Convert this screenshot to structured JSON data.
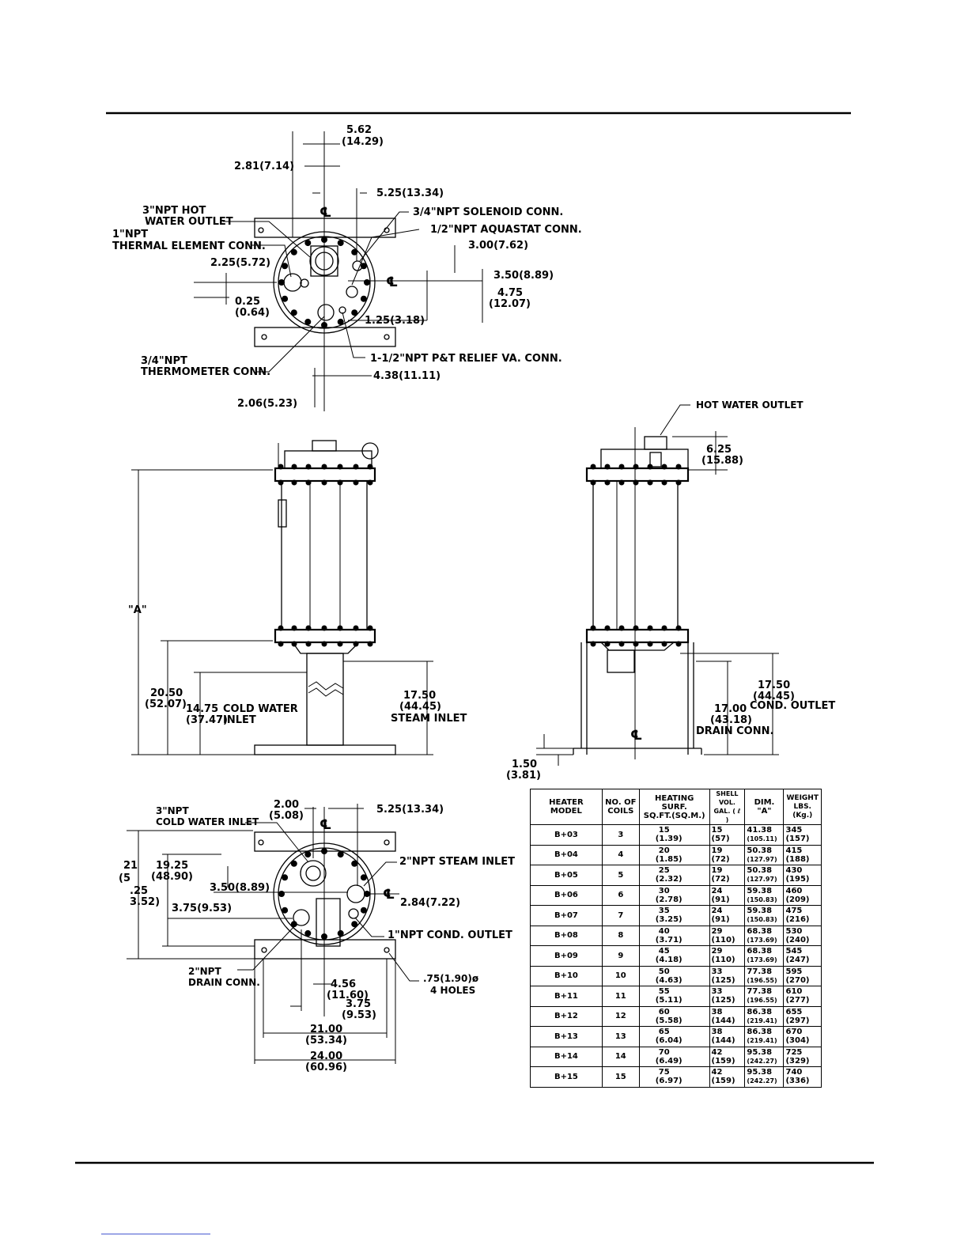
{
  "top_view": {
    "dims": [
      "5.62",
      "(14.29)",
      "2.81(7.14)",
      "5.25(13.34)",
      "3.00(7.62)",
      "3.50(8.89)",
      "4.75",
      "(12.07)",
      "2.25(5.72)",
      "0.25",
      "(0.64)",
      "1.25(3.18)",
      "4.38(11.11)",
      "2.06(5.23)"
    ],
    "labels": [
      "3\"NPT HOT",
      "WATER OUTLET",
      "1\"NPT",
      "THERMAL ELEMENT CONN.",
      "3/4\"NPT SOLENOID CONN.",
      "1/2\"NPT AQUASTAT CONN.",
      "3/4\"NPT",
      "THERMOMETER CONN.",
      "1-1/2\"NPT P&T RELIEF VA. CONN."
    ]
  },
  "front_view": {
    "dims": [
      "\"A\"",
      "20.50",
      "(52.07)",
      "14.75",
      "(37.47)",
      "17.50",
      "(44.45)"
    ],
    "labels": [
      "COLD WATER",
      "INLET",
      "STEAM INLET"
    ]
  },
  "side_view": {
    "dims": [
      "6.25",
      "(15.88)",
      "17.50",
      "(44.45)",
      "17.00",
      "(43.18)",
      "1.50",
      "(3.81)"
    ],
    "labels": [
      "HOT WATER OUTLET",
      "COND. OUTLET",
      "DRAIN CONN."
    ]
  },
  "bottom_view": {
    "dims": [
      "2.00",
      "(5.08)",
      "5.25(13.34)",
      "19.25",
      "(48.90)",
      "3.50(8.89)",
      "3.75(9.53)",
      "2.84(7.22)",
      "4.56",
      "(11.60)",
      "3.75",
      "(9.53)",
      "21.00",
      "(53.34)",
      "24.00",
      "(60.96)",
      "21",
      "(5",
      ".25",
      "3.52)"
    ],
    "labels": [
      "3\"NPT",
      "COLD WATER INLET",
      "2\"NPT STEAM INLET",
      "1\"NPT COND. OUTLET",
      "2\"NPT",
      "DRAIN CONN.",
      ".75(1.90)ø",
      "4 HOLES"
    ]
  },
  "centerline_symbol": "℄",
  "table": {
    "headers": [
      [
        "HEATER",
        "MODEL"
      ],
      [
        "NO. OF",
        "COILS"
      ],
      [
        "HEATING SURF.",
        "SQ.FT.(SQ.M.)"
      ],
      [
        "SHELL VOL.",
        "GAL. ( ℓ )"
      ],
      [
        "DIM.",
        "\"A\""
      ],
      [
        "WEIGHT",
        "LBS.(Kg.)"
      ]
    ],
    "rows": [
      {
        "model": "B+03",
        "coils": "3",
        "surf": "15",
        "surf_m": "(1.39)",
        "vol": "15",
        "vol_l": "(57)",
        "dim": "41.38",
        "dim_cm": "(105.11)",
        "wt": "345",
        "wt_kg": "(157)"
      },
      {
        "model": "B+04",
        "coils": "4",
        "surf": "20",
        "surf_m": "(1.85)",
        "vol": "19",
        "vol_l": "(72)",
        "dim": "50.38",
        "dim_cm": "(127.97)",
        "wt": "415",
        "wt_kg": "(188)"
      },
      {
        "model": "B+05",
        "coils": "5",
        "surf": "25",
        "surf_m": "(2.32)",
        "vol": "19",
        "vol_l": "(72)",
        "dim": "50.38",
        "dim_cm": "(127.97)",
        "wt": "430",
        "wt_kg": "(195)"
      },
      {
        "model": "B+06",
        "coils": "6",
        "surf": "30",
        "surf_m": "(2.78)",
        "vol": "24",
        "vol_l": "(91)",
        "dim": "59.38",
        "dim_cm": "(150.83)",
        "wt": "460",
        "wt_kg": "(209)"
      },
      {
        "model": "B+07",
        "coils": "7",
        "surf": "35",
        "surf_m": "(3.25)",
        "vol": "24",
        "vol_l": "(91)",
        "dim": "59.38",
        "dim_cm": "(150.83)",
        "wt": "475",
        "wt_kg": "(216)"
      },
      {
        "model": "B+08",
        "coils": "8",
        "surf": "40",
        "surf_m": "(3.71)",
        "vol": "29",
        "vol_l": "(110)",
        "dim": "68.38",
        "dim_cm": "(173.69)",
        "wt": "530",
        "wt_kg": "(240)"
      },
      {
        "model": "B+09",
        "coils": "9",
        "surf": "45",
        "surf_m": "(4.18)",
        "vol": "29",
        "vol_l": "(110)",
        "dim": "68.38",
        "dim_cm": "(173.69)",
        "wt": "545",
        "wt_kg": "(247)"
      },
      {
        "model": "B+10",
        "coils": "10",
        "surf": "50",
        "surf_m": "(4.63)",
        "vol": "33",
        "vol_l": "(125)",
        "dim": "77.38",
        "dim_cm": "(196.55)",
        "wt": "595",
        "wt_kg": "(270)"
      },
      {
        "model": "B+11",
        "coils": "11",
        "surf": "55",
        "surf_m": "(5.11)",
        "vol": "33",
        "vol_l": "(125)",
        "dim": "77.38",
        "dim_cm": "(196.55)",
        "wt": "610",
        "wt_kg": "(277)"
      },
      {
        "model": "B+12",
        "coils": "12",
        "surf": "60",
        "surf_m": "(5.58)",
        "vol": "38",
        "vol_l": "(144)",
        "dim": "86.38",
        "dim_cm": "(219.41)",
        "wt": "655",
        "wt_kg": "(297)"
      },
      {
        "model": "B+13",
        "coils": "13",
        "surf": "65",
        "surf_m": "(6.04)",
        "vol": "38",
        "vol_l": "(144)",
        "dim": "86.38",
        "dim_cm": "(219.41)",
        "wt": "670",
        "wt_kg": "(304)"
      },
      {
        "model": "B+14",
        "coils": "14",
        "surf": "70",
        "surf_m": "(6.49)",
        "vol": "42",
        "vol_l": "(159)",
        "dim": "95.38",
        "dim_cm": "(242.27)",
        "wt": "725",
        "wt_kg": "(329)"
      },
      {
        "model": "B+15",
        "coils": "15",
        "surf": "75",
        "surf_m": "(6.97)",
        "vol": "42",
        "vol_l": "(159)",
        "dim": "95.38",
        "dim_cm": "(242.27)",
        "wt": "740",
        "wt_kg": "(336)"
      }
    ]
  }
}
